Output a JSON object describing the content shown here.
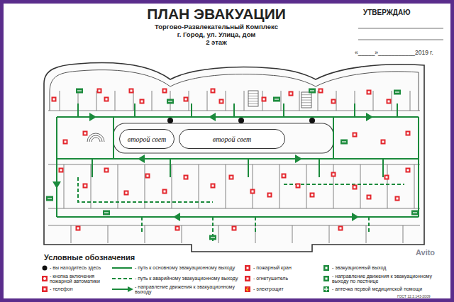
{
  "diagram": {
    "title": "ПЛАН ЭВАКУАЦИИ",
    "nodes": [
      {
        "text": [
          "второй свет"
        ]
      },
      {
        "text": [
          "второй свет"
        ]
      }
    ],
    "labels": [
      "Торгово-Развлекательный Комплекс",
      "г. Город, ул. Улица, дом",
      "2 этаж",
      "УТВЕРЖДАЮ",
      "«_____»___________2019 г.",
      "Условные обозначения",
      "ГОСТ 12.2.143-2009",
      "Avito"
    ],
    "legend": [
      {
        "text": "- вы находитесь здесь"
      },
      {
        "text": "- кнопка включения пожарной автоматики"
      },
      {
        "text": "- телефон"
      },
      {
        "text": "- путь к основному эвакуационному выходу"
      },
      {
        "text": "- путь к аварийному эвакуационному выходу"
      },
      {
        "text": "- направление движения к эвакуационному выходу"
      },
      {
        "text": "- пожарный кран"
      },
      {
        "text": "- огнетушитель"
      },
      {
        "text": "- электрощит"
      },
      {
        "text": "- эвакуационный выход"
      },
      {
        "text": "- направление движения к эвакуационному выходу по лестнице"
      },
      {
        "text": "- аптечка первой медицинской помощи"
      }
    ]
  }
}
